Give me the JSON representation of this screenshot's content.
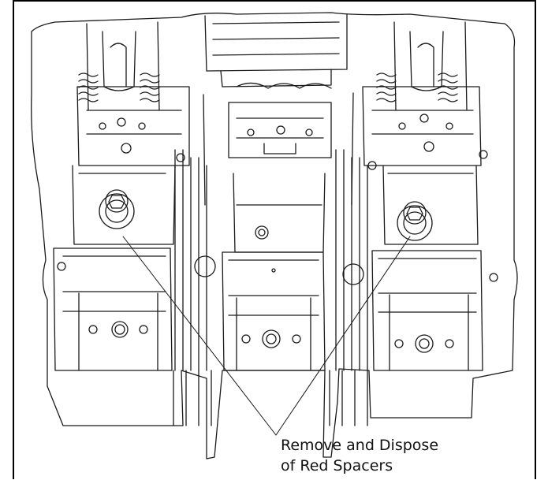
{
  "figure": {
    "subject": "circuit-breaker-terminal-assembly",
    "callout": {
      "line1": "Remove and Dispose",
      "line2": "of Red Spacers"
    }
  }
}
